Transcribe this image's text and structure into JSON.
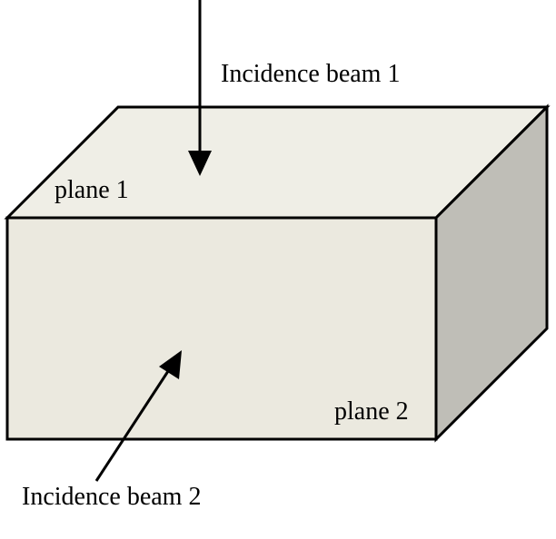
{
  "labels": {
    "beam1": "Incidence beam 1",
    "plane1": "plane 1",
    "plane2": "plane 2",
    "beam2": "Incidence beam 2"
  },
  "colors": {
    "top_face": "#efeee6",
    "front_face": "#ebe9df",
    "side_face": "#bfbeb7",
    "stroke": "#000000"
  }
}
